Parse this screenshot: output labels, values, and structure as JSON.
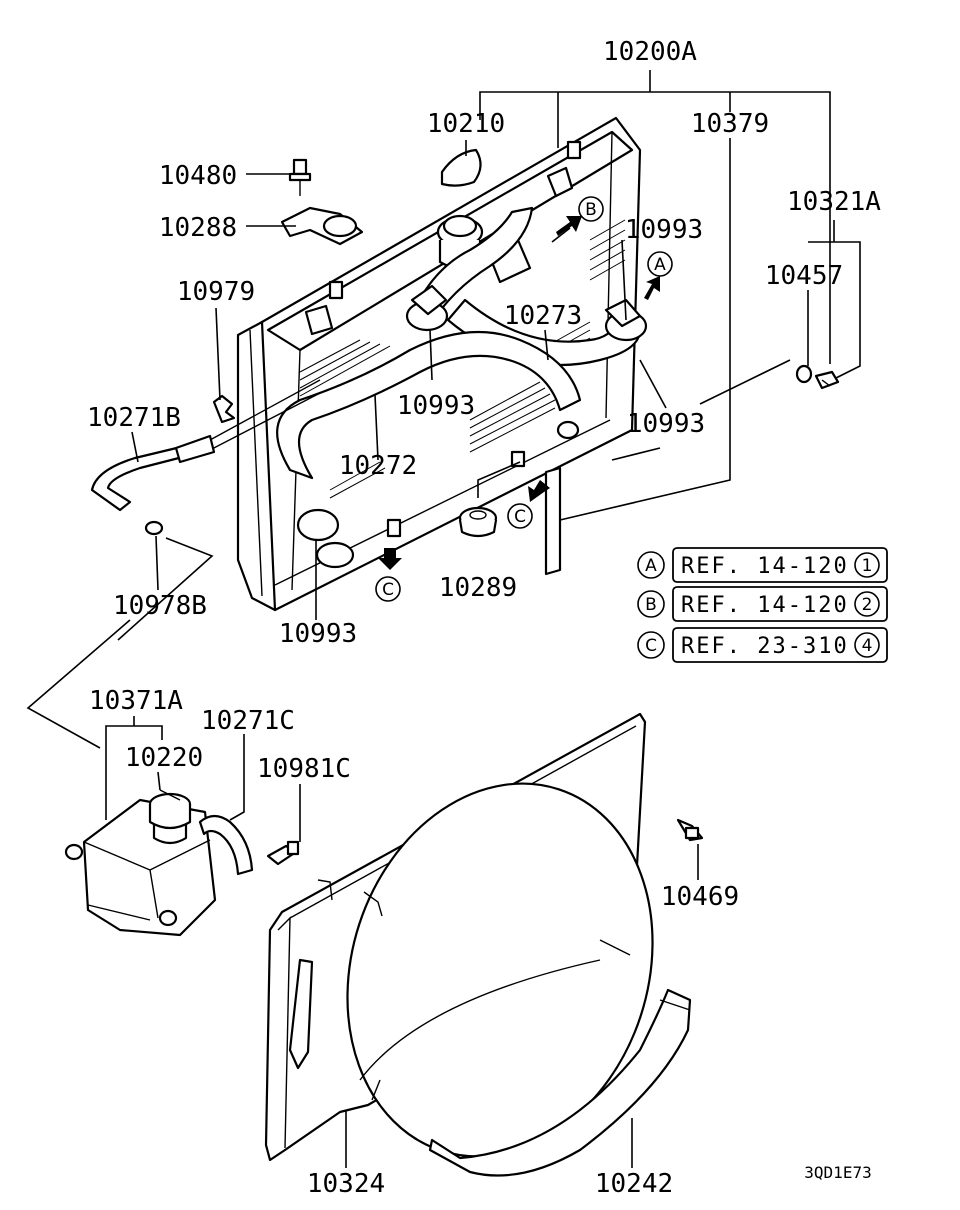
{
  "callouts": {
    "p10200A": "10200A",
    "p10210": "10210",
    "p10379": "10379",
    "p10480": "10480",
    "p10288": "10288",
    "p10321A": "10321A",
    "p10993_top": "10993",
    "p10457": "10457",
    "p10979": "10979",
    "p10273": "10273",
    "p10271B": "10271B",
    "p10993_mid": "10993",
    "p10993_right": "10993",
    "p10272": "10272",
    "p10289": "10289",
    "p10978B": "10978B",
    "p10993_bottom": "10993",
    "p10371A": "10371A",
    "p10271C": "10271C",
    "p10220": "10220",
    "p10981C": "10981C",
    "p10469": "10469",
    "p10324": "10324",
    "p10242": "10242"
  },
  "arrow_markers": {
    "a": "A",
    "b": "B",
    "c1": "C",
    "c2": "C"
  },
  "references": [
    {
      "key": "A",
      "text": "REF. 14-120",
      "num": "1"
    },
    {
      "key": "B",
      "text": "REF. 14-120",
      "num": "2"
    },
    {
      "key": "C",
      "text": "REF. 23-310",
      "num": "4"
    }
  ],
  "diagram_code": "3QD1E73"
}
